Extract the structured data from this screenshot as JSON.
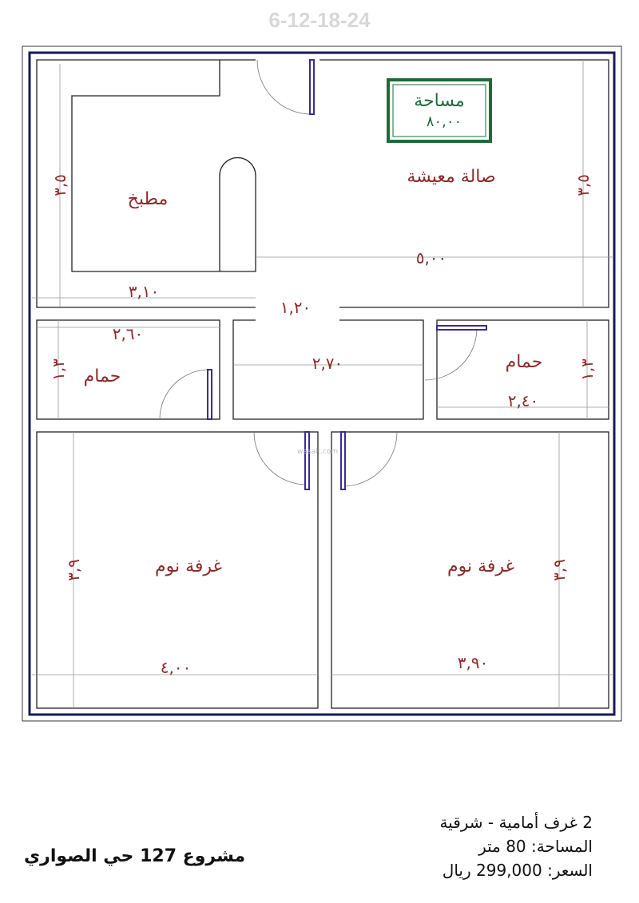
{
  "title": "6-12-18-24",
  "area_box": {
    "label": "مساحة",
    "value": "٨٠,٠٠",
    "color": "#1e6b3a"
  },
  "rooms": {
    "living": "صالة معيشة",
    "kitchen": "مطبخ",
    "bath_left": "حمام",
    "bath_right": "حمام",
    "bedroom_left": "غرفة نوم",
    "bedroom_right": "غرفة نوم"
  },
  "dimensions": {
    "kitchen_height": "٣,٥",
    "living_height": "٣,٥",
    "living_width": "٥,٠٠",
    "kitchen_width": "٣,١٠",
    "entry_width": "١,٢٠",
    "bath_left_width": "٢,٦٠",
    "bath_left_height": "١,٣",
    "corridor_width": "٢,٧٠",
    "bath_right_width": "٢,٤٠",
    "bath_right_height": "١,٣",
    "bedroom_left_height": "٣,٩",
    "bedroom_left_width": "٤,٠٠",
    "bedroom_right_width": "٣,٩٠",
    "bedroom_right_height": "٣,٩"
  },
  "watermark": "wasalt.com",
  "info": {
    "rooms": "2 غرف أمامية - شرقية",
    "area": "المساحة: 80 متر",
    "price": "السعر: 299,000 ريال"
  },
  "project": "مشروع 127 حي الصواري",
  "colors": {
    "label": "#8b2a2a",
    "outer": "#1a1a5a"
  }
}
